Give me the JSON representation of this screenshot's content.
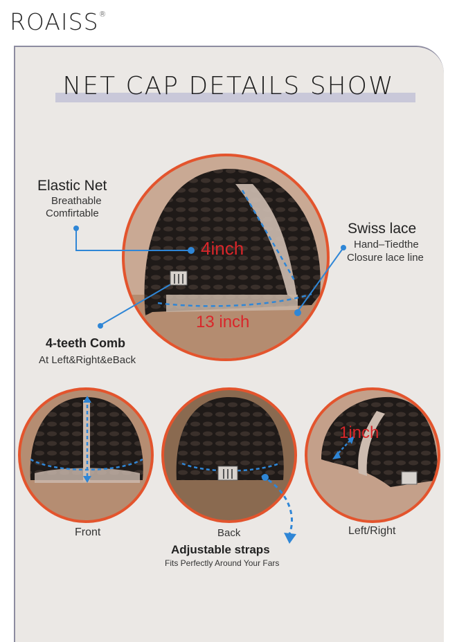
{
  "brand": {
    "name": "ROAISS",
    "mark": "®"
  },
  "title": "NET CAP DETAILS SHOW",
  "main_image": {
    "measure_top": "4inch",
    "measure_bottom": "13 inch"
  },
  "callouts": {
    "elastic_net": {
      "title": "Elastic Net",
      "line1": "Breathable",
      "line2": "Comfirtable"
    },
    "swiss_lace": {
      "title": "Swiss lace",
      "line1": "Hand–Tiedthe",
      "line2": "Closure lace line"
    },
    "comb": {
      "title": "4-teeth Comb",
      "line1": "At Left&Right&eBack"
    },
    "straps": {
      "title": "Adjustable straps",
      "line1": "Fits Perfectly Around Your Fars"
    }
  },
  "views": {
    "front": "Front",
    "back": "Back",
    "left_right": "Left/Right",
    "left_right_measure": "1inch"
  },
  "colors": {
    "accent": "#e3542d",
    "blue": "#2f86d6",
    "panel": "#ebe8e5",
    "measure": "#d9262a"
  }
}
